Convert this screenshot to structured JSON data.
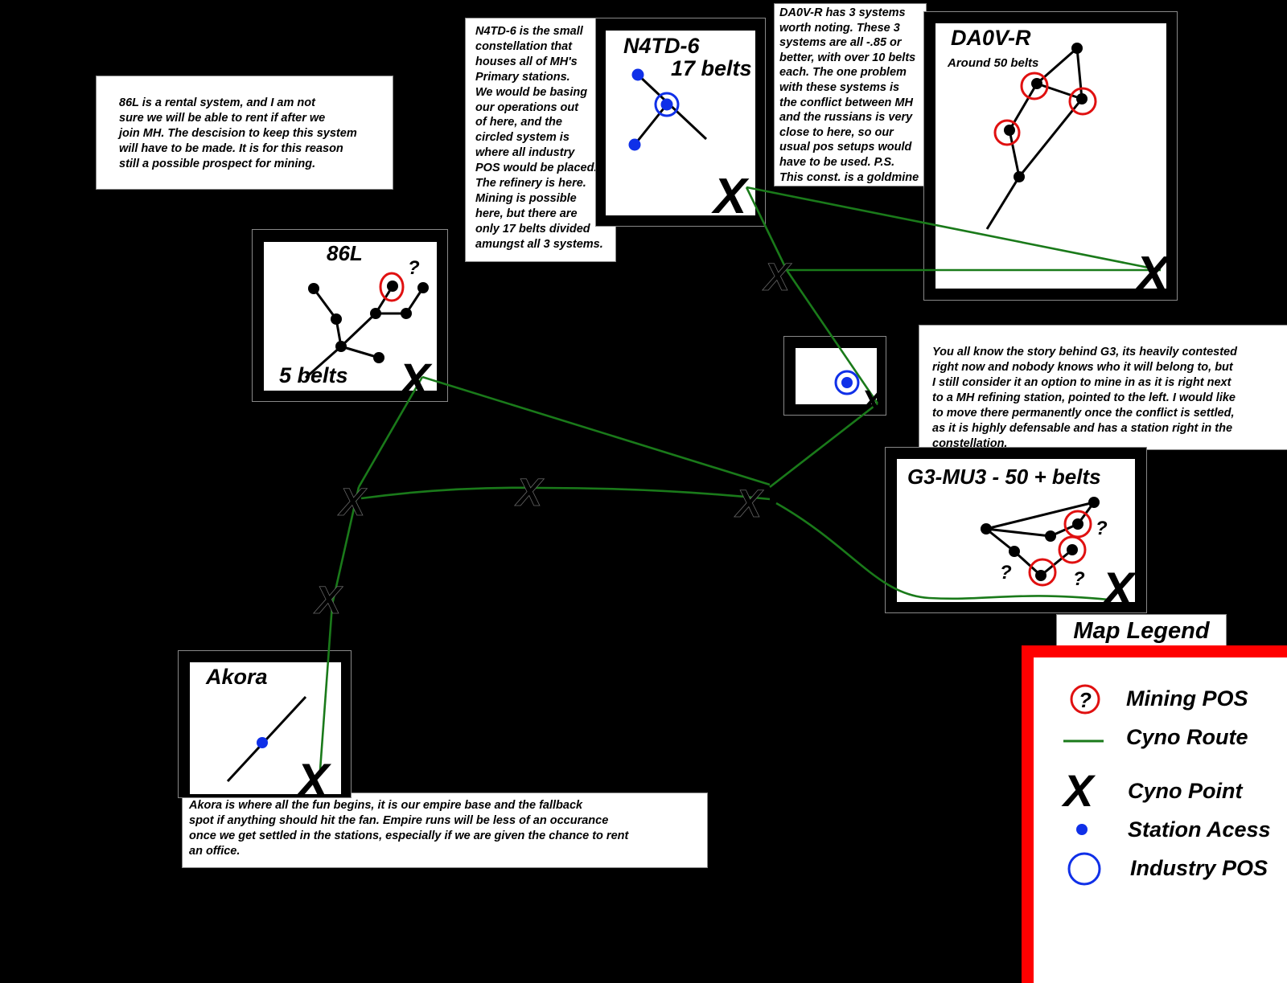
{
  "notes": {
    "l86": "86L is a rental system, and I am not\nsure we will be able to rent if after we\njoin MH. The descision to keep this system\nwill have to be made. It is for this reason\nstill a possible prospect for mining.",
    "n4td": "N4TD-6 is the small\nconstellation that\nhouses all of MH's\nPrimary stations.\nWe would be basing\nour operations out\nof here, and the\ncircled system is\nwhere all industry\nPOS would be placed.\nThe refinery is here.\nMining is possible\nhere, but there are\nonly 17 belts divided\namungst all 3 systems.",
    "da0v": "DA0V-R has 3 systems\nworth noting. These 3\nsystems are all -.85 or\nbetter, with over 10 belts\neach. The one problem\nwith these systems is\nthe conflict between MH\nand the russians is very\nclose to here, so our\nusual pos setups would\nhave to be used. P.S.\nThis const. is a goldmine",
    "g3": "You all know the story behind G3, its heavily contested\nright now and nobody knows who it will belong to, but\nI still consider it an option to mine in as it is right next\nto a MH refining station, pointed to the left. I would like\nto move there permanently once the conflict is settled,\nas it is highly defensable and has a station right in the\nconstellation.",
    "akora": "Akora is where all the fun begins, it is our empire base and the fallback\nspot if anything should hit the fan. Empire runs will be less of an occurance\nonce we get settled in the stations, especially if we are given the chance to rent\nan office."
  },
  "systems": {
    "l86": {
      "name": "86L",
      "belts": "5 belts",
      "unknown": "?"
    },
    "n4td": {
      "name": "N4TD-6",
      "belts": "17 belts"
    },
    "da0v": {
      "name": "DA0V-R",
      "belts": "Around 50 belts"
    },
    "g3": {
      "name": "G3-MU3 - 50 + belts",
      "unknown": "?"
    },
    "akora": {
      "name": "Akora"
    }
  },
  "cyno_mark": "X",
  "legend": {
    "title": "Map Legend",
    "items": [
      {
        "label": "Mining POS",
        "icon": "mining-pos-icon",
        "glyph": "?"
      },
      {
        "label": "Cyno Route",
        "icon": "cyno-route-icon"
      },
      {
        "label": "Cyno Point",
        "icon": "cyno-point-icon",
        "glyph": "X"
      },
      {
        "label": "Station Acess",
        "icon": "station-access-icon"
      },
      {
        "label": "Industry POS",
        "icon": "industry-pos-icon"
      }
    ]
  },
  "colors": {
    "route": "#1a7a1a",
    "mining_ring": "#e01010",
    "station": "#1030e8",
    "unknown": "#33dd33",
    "legend_border": "#ff0000"
  }
}
